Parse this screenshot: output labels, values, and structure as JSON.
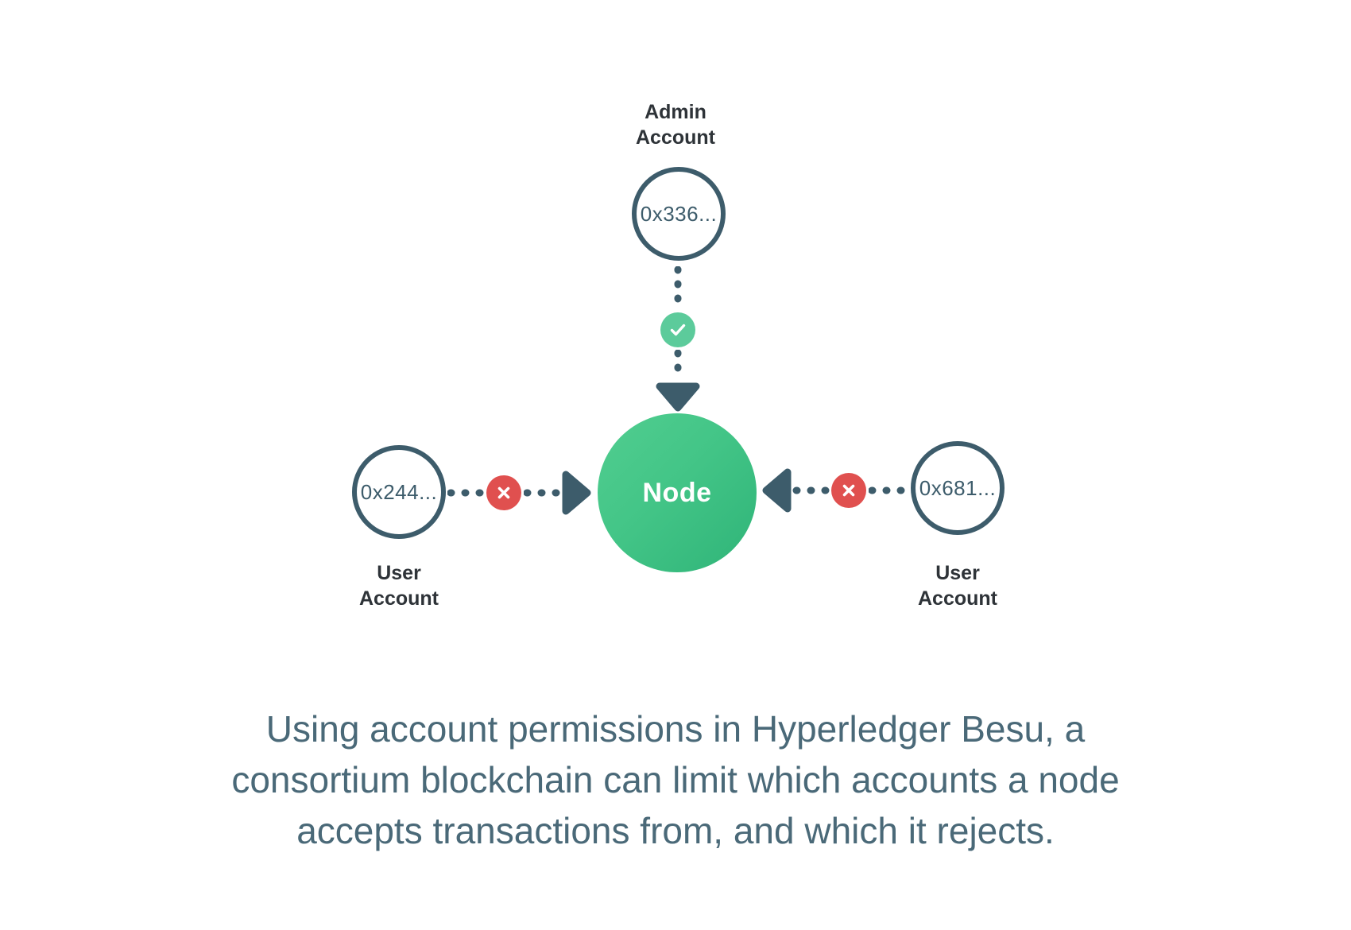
{
  "diagram": {
    "title_semantics": "account-permissions-diagram",
    "node": {
      "label": "Node",
      "fill_from": "#51CE90",
      "fill_to": "#2FB478"
    },
    "accounts": [
      {
        "id": "admin",
        "label": "Admin\nAccount",
        "address": "0x336...",
        "label_position": "above",
        "connector": {
          "direction": "down",
          "status": "allowed",
          "badge_icon": "check-icon",
          "badge_color": "#5CCB9B"
        }
      },
      {
        "id": "user-left",
        "label": "User\nAccount",
        "address": "0x244...",
        "label_position": "below",
        "connector": {
          "direction": "right",
          "status": "rejected",
          "badge_icon": "x-icon",
          "badge_color": "#E0504F"
        }
      },
      {
        "id": "user-right",
        "label": "User\nAccount",
        "address": "0x681...",
        "label_position": "below",
        "connector": {
          "direction": "left",
          "status": "rejected",
          "badge_icon": "x-icon",
          "badge_color": "#E0504F"
        }
      }
    ],
    "stroke_color": "#3D5C6B",
    "label_color": "#2E3338"
  },
  "caption": {
    "color": "#4A6978",
    "line1": "Using account permissions in Hyperledger Besu, a",
    "line2": "consortium blockchain can limit which accounts a node",
    "line3": "accepts transactions from, and which it rejects."
  }
}
